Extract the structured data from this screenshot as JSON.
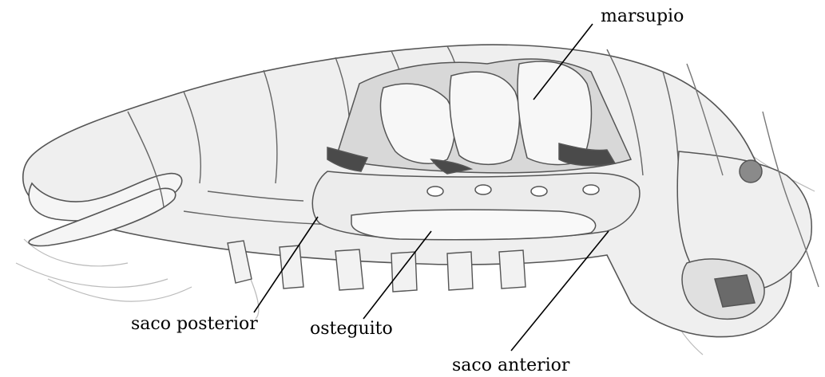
{
  "figure": {
    "labels": {
      "marsupio": "marsupio",
      "saco_posterior": "saco posterior",
      "osteguito": "osteguito",
      "saco_anterior": "saco anterior"
    },
    "colors": {
      "outline": "#555555",
      "body_fill": "#efefef",
      "shade": "#cfcfcf",
      "dark_shade": "#4a4a4a",
      "leader_line": "#000000"
    }
  }
}
